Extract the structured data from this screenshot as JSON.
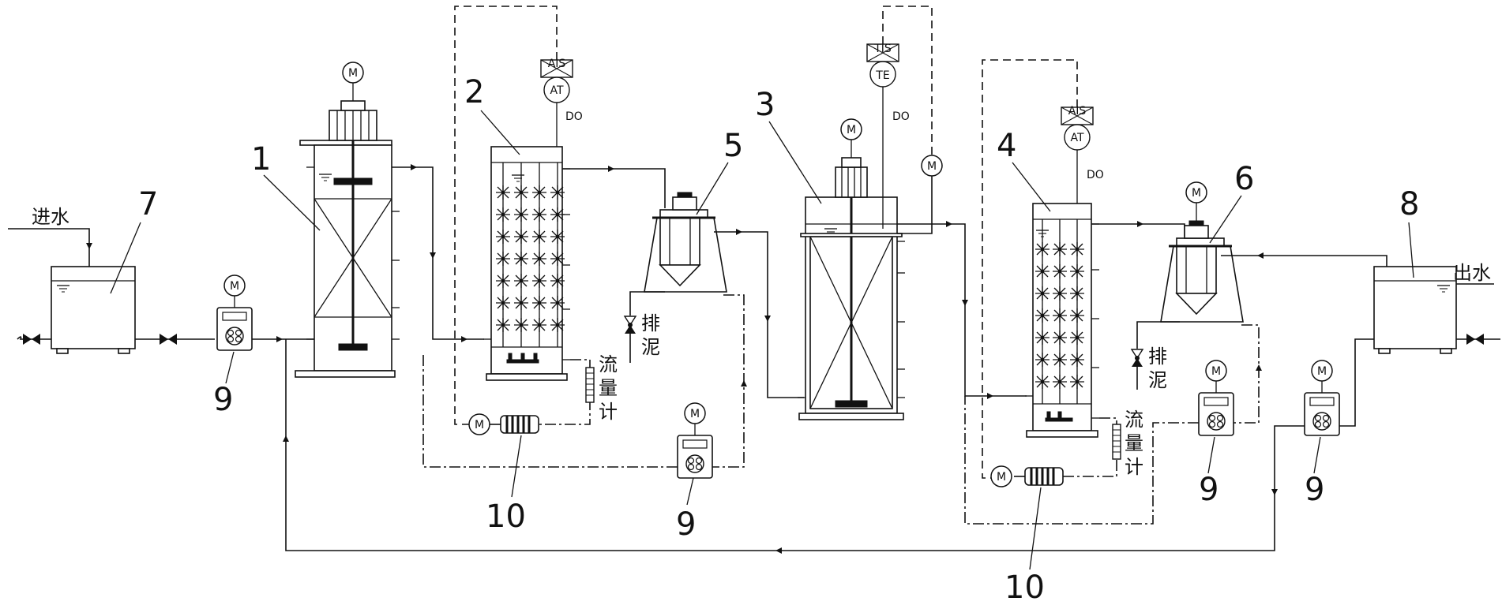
{
  "labels": {
    "inlet": "进水",
    "outlet": "出水",
    "sludge_1": "排",
    "sludge_2": "泥",
    "flowmeter_1": "流",
    "flowmeter_2": "量",
    "flowmeter_3": "计",
    "motor": "M",
    "ais": "AIS",
    "at": "AT",
    "tis": "TIS",
    "te": "TE",
    "do": "DO"
  },
  "numbers": {
    "n1": "1",
    "n2": "2",
    "n3": "3",
    "n4": "4",
    "n5": "5",
    "n6": "6",
    "n7": "7",
    "n8": "8",
    "n9": "9",
    "n10": "10"
  }
}
